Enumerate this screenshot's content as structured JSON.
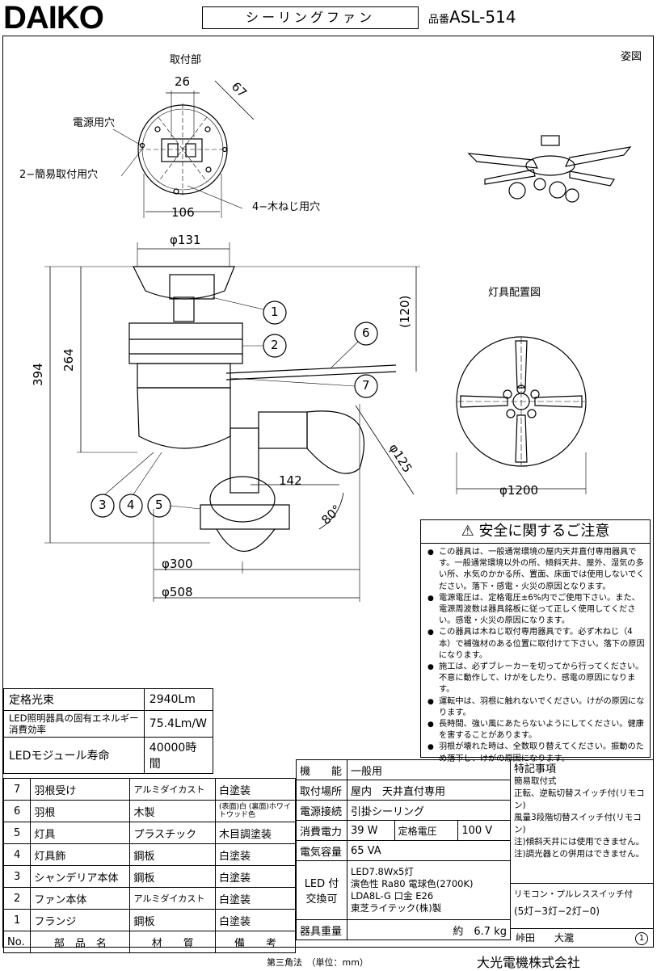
{
  "header": {
    "brand": "DAIKO",
    "product_type": "シーリングファン",
    "model_prefix": "品番",
    "model": "ASL-514"
  },
  "drawing": {
    "top_view_label": "取付部",
    "dim_26": "26",
    "dim_67": "67",
    "power_hole": "電源用穴",
    "easy_mount_holes": "2−簡易取付用穴",
    "dim_106": "106",
    "wood_screw_holes": "4−木ねじ用穴",
    "dim_131": "φ131",
    "dim_394": "394",
    "dim_264": "264",
    "dim_120": "(120)",
    "dim_125": "φ125",
    "dim_142": "142",
    "dim_80": "80°",
    "dim_300": "φ300",
    "dim_508": "φ508",
    "callouts": [
      "1",
      "2",
      "3",
      "4",
      "5",
      "6",
      "7"
    ],
    "appearance_label": "姿図",
    "layout_label": "灯具配置図",
    "dim_1200": "φ1200"
  },
  "safety": {
    "title": "安全に関するご注意",
    "items": [
      "この器具は、一般通常環境の屋内天井直付専用器具です。一般通常環境以外の所、傾斜天井、屋外、湿気の多い所、水気のかかる所、置面、床面では使用しないでください。落下・感電・火災の原因となります。",
      "電源電圧は、定格電圧±6%内でご使用下さい。また、電源周波数は器具銘板に従って正しく使用してください。感電・火災の原因になります。",
      "この器具は木ねじ取付専用器具です。必ず木ねじ（4本）で補強材のある位置に取付けて下さい。落下の原因になります。",
      "施工は、必ずブレーカーを切ってから行ってください。不意に動作して、けがをしたり、感電の原因になります。",
      "運転中は、羽根に触れないでください。けがの原因になります。",
      "長時間、強い風にあたらないようにしてください。健康を害することがあります。",
      "羽根が壊れた時は、全数取り替えてください。振動のため落下し、けがの原因になります。"
    ]
  },
  "spec": [
    {
      "label": "定格光束",
      "value": "2940Lm"
    },
    {
      "label": "LED照明器具の固有エネルギー消費効率",
      "value": "75.4Lm/W"
    },
    {
      "label": "LEDモジュール寿命",
      "value": "40000時間"
    }
  ],
  "parts": {
    "rows": [
      {
        "no": "7",
        "name": "羽根受け",
        "material": "アルミダイカスト",
        "finish": "白塗装"
      },
      {
        "no": "6",
        "name": "羽根",
        "material": "木製",
        "finish": "(表面)白 (裏面)ホワイトウッド色"
      },
      {
        "no": "5",
        "name": "灯具",
        "material": "プラスチック",
        "finish": "木目調塗装"
      },
      {
        "no": "4",
        "name": "灯具飾",
        "material": "鋼板",
        "finish": "白塗装"
      },
      {
        "no": "3",
        "name": "シャンデリア本体",
        "material": "鋼板",
        "finish": "白塗装"
      },
      {
        "no": "2",
        "name": "ファン本体",
        "material": "アルミダイカスト",
        "finish": "白塗装"
      },
      {
        "no": "1",
        "name": "フランジ",
        "material": "鋼板",
        "finish": "白塗装"
      }
    ],
    "header": {
      "no": "No.",
      "name": "部　品　名",
      "material": "材　　質",
      "finish": "備　　考"
    }
  },
  "electrical": {
    "function_label": "機　　能",
    "function": "一般用",
    "location_label": "取付場所",
    "location": "屋内　天井直付専用",
    "connection_label": "電源接続",
    "connection": "引掛シーリング",
    "power_label": "消費電力",
    "power": "39 W",
    "voltage_label": "定格電圧",
    "voltage": "100 V",
    "capacity_label": "電気容量",
    "capacity": "65 VA",
    "led_label": "LED 付 交換可",
    "led_line1": "LED7.8Wx5灯",
    "led_line2": "演色性 Ra80 電球色(2700K)",
    "led_line3": "LDA8L-G 口金 E26",
    "led_line4": "東芝ライテック(株)製",
    "weight_label": "器具重量",
    "weight_prefix": "約",
    "weight": "6.7 kg"
  },
  "notes": {
    "title": "特記事項",
    "lines": [
      "簡易取付式",
      "正転、逆転切替スイッチ付(リモコン)",
      "風量3段階切替スイッチ付(リモコン)",
      "注)傾斜天井には使用できません。",
      "注)調光器との併用はできません。"
    ],
    "remote": "リモコン・プルレススイッチ付",
    "remote_mode": "(5灯−3灯−2灯−0)",
    "designer": "峠田　　大瀧",
    "revision": "1"
  },
  "footer": {
    "projection": "第三角法　（単位：mm）",
    "company": "大光電機株式会社"
  }
}
